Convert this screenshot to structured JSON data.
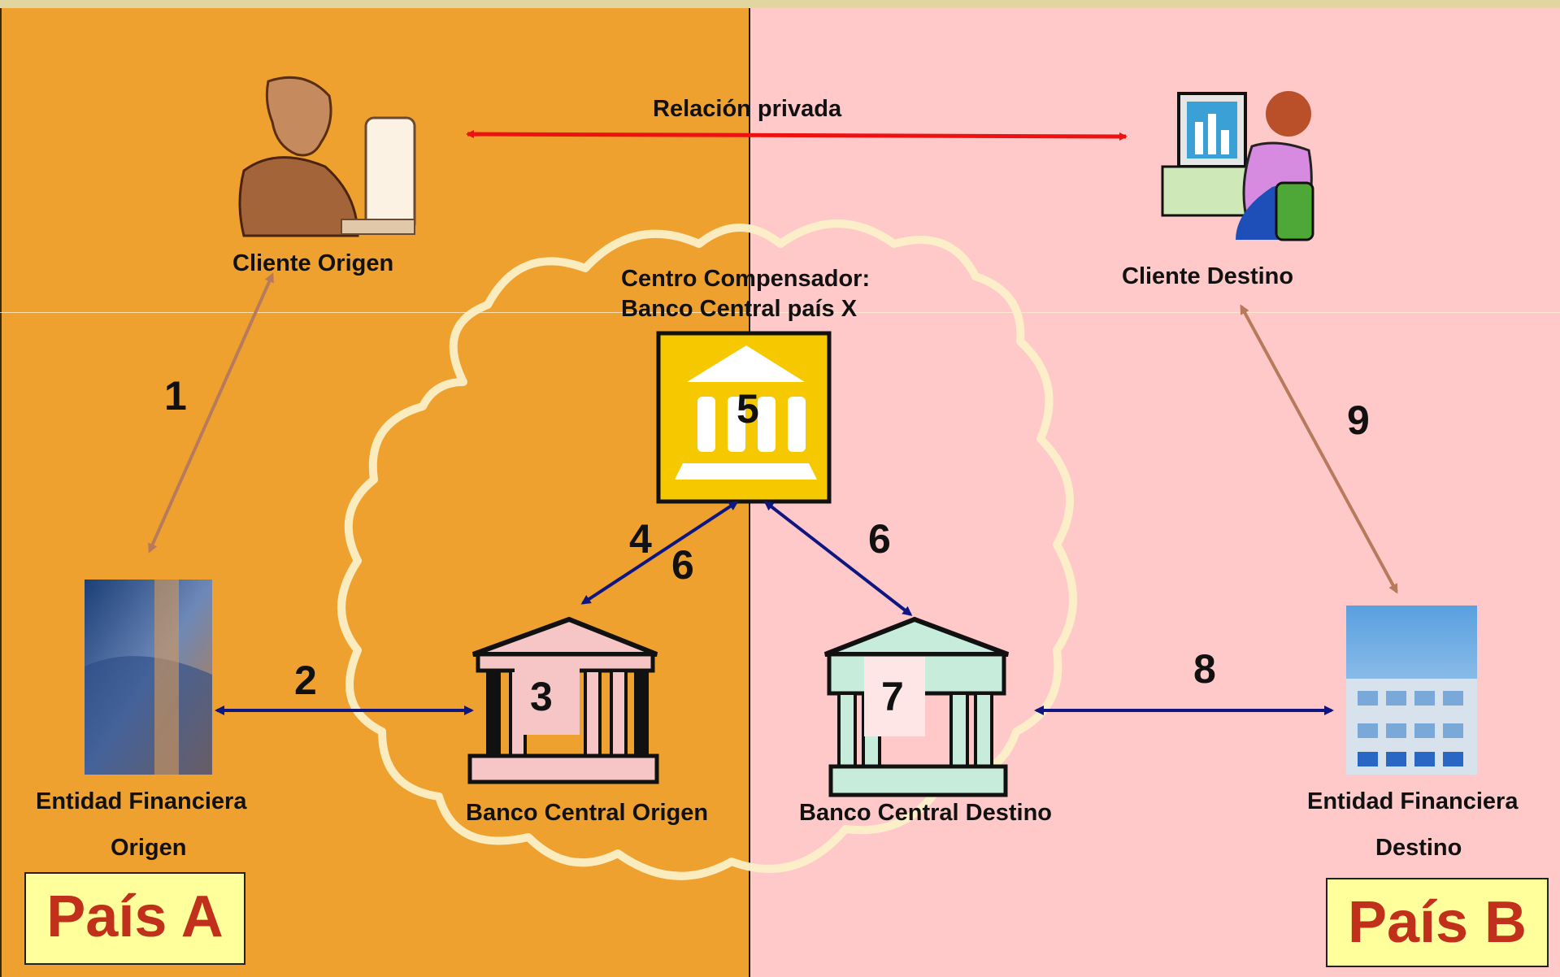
{
  "countries": {
    "a": "País A",
    "b": "País B"
  },
  "relation_label": "Relación privada",
  "clearing": {
    "line1": "Centro Compensador:",
    "line2": "Banco Central país X"
  },
  "nodes": {
    "cliente_origen": "Cliente Origen",
    "cliente_destino": "Cliente Destino",
    "entidad_origen": {
      "line1": "Entidad Financiera",
      "line2": "Origen"
    },
    "entidad_destino": {
      "line1": "Entidad Financiera",
      "line2": "Destino"
    },
    "banco_origen": "Banco Central Origen",
    "banco_destino": "Banco Central Destino"
  },
  "steps": [
    "1",
    "2",
    "3",
    "4",
    "5",
    "6",
    "6",
    "7",
    "8",
    "9"
  ],
  "colors": {
    "panel_a": "#efa12f",
    "panel_b": "#ffc9c9",
    "private_arrow": "#ee1111",
    "client_arrow": "#b87a5c",
    "bank_arrow": "#0e1682",
    "country_text": "#c0301a",
    "clearing_fill": "#f5c800"
  }
}
